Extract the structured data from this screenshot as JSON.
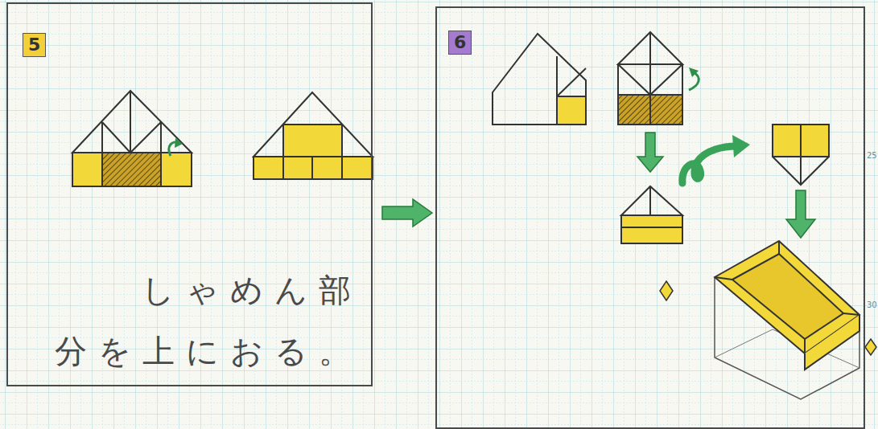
{
  "diagram": {
    "nodes": [
      {
        "text": [
          "5",
          "しゃめん部 分を上におる。"
        ]
      },
      {
        "text": [
          "6"
        ]
      }
    ],
    "edges": [
      {
        "from": 0,
        "to": 1,
        "arrow": "to"
      }
    ],
    "labels": [
      "25",
      "30"
    ]
  }
}
